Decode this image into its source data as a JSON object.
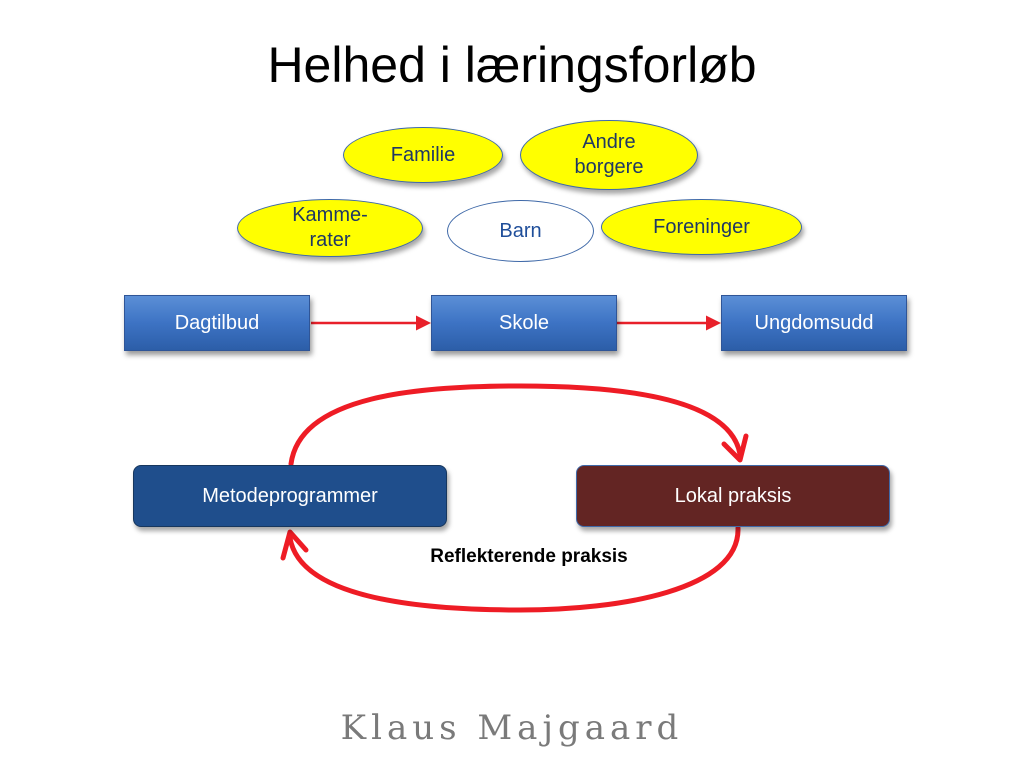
{
  "title": "Helhed i læringsforløb",
  "context": {
    "familie": "Familie",
    "andre_borgere": "Andre borgere",
    "kammerater": "Kamme-rater",
    "barn": "Barn",
    "foreninger": "Foreninger"
  },
  "pipeline": [
    "Dagtilbud",
    "Skole",
    "Ungdomsudd"
  ],
  "cycle": {
    "left": "Metodeprogrammer",
    "right": "Lokal praksis",
    "label": "Reflekterende praksis"
  },
  "author": "Klaus Majgaard",
  "colors": {
    "ellipse_fill": "#ffff00",
    "box_blue": "#3d73c4",
    "navy": "#1f4e8c",
    "maroon": "#632523",
    "arrow_red": "#e8202a"
  }
}
